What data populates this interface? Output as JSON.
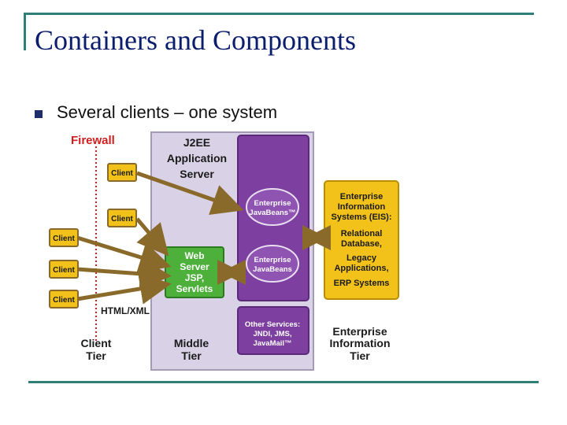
{
  "slide": {
    "title": "Containers and Components",
    "bullet": "Several clients – one system"
  },
  "diagram": {
    "firewall": "Firewall",
    "server_title": [
      "J2EE",
      "Application",
      "Server"
    ],
    "clients": [
      "Client",
      "Client",
      "Client",
      "Client",
      "Client"
    ],
    "ejb1": [
      "Enterprise",
      "JavaBeans™"
    ],
    "ejb2": [
      "Enterprise",
      "JavaBeans"
    ],
    "web": [
      "Web",
      "Server",
      "JSP,",
      "Servlets"
    ],
    "other": [
      "Other Services:",
      "JNDI, JMS,",
      "JavaMail™"
    ],
    "eis": [
      "Enterprise",
      "Information",
      "Systems (EIS):",
      "Relational",
      "Database,",
      "Legacy",
      "Applications,",
      "ERP Systems"
    ],
    "html_xml": "HTML/XML",
    "tiers": {
      "client": [
        "Client",
        "Tier"
      ],
      "middle": [
        "Middle",
        "Tier"
      ],
      "eis": [
        "Enterprise",
        "Information",
        "Tier"
      ]
    },
    "colors": {
      "firewall": "#d21e1e",
      "client_box": "#f2c21b",
      "web_box": "#4db03a",
      "ejb": "#7d3fa0",
      "server_panel": "#d9d2e6",
      "arrow": "#8a6a2a"
    }
  }
}
